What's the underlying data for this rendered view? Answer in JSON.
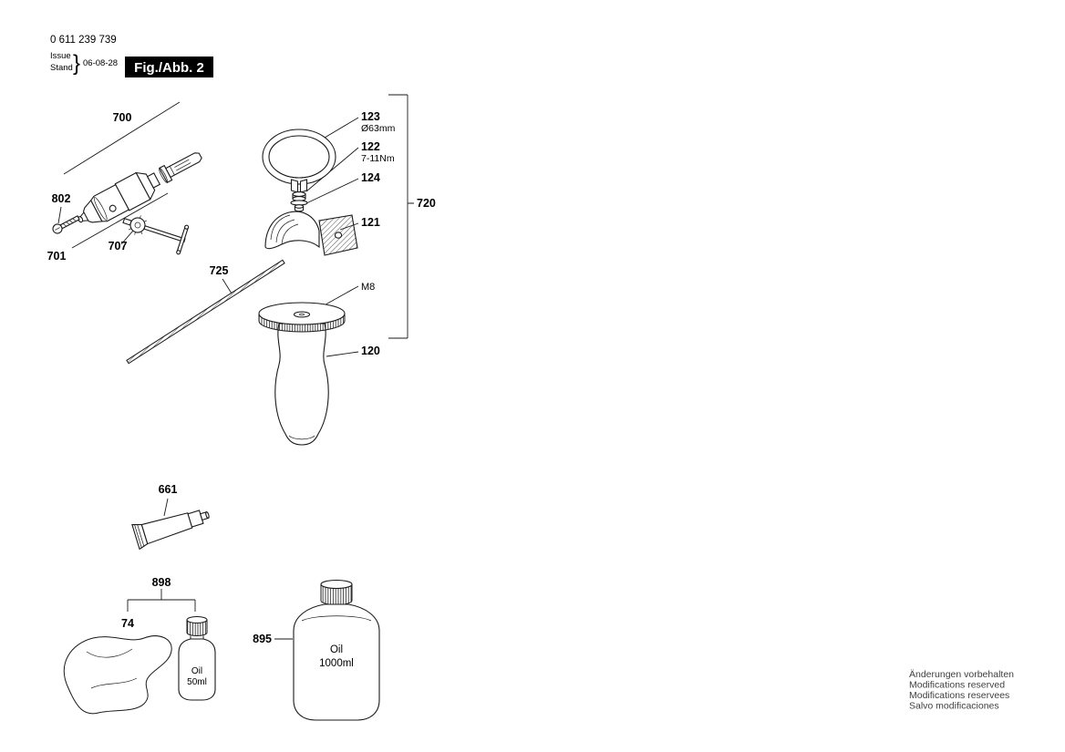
{
  "header": {
    "part_number": "0 611 239 739",
    "issue_label": "Issue",
    "stand_label": "Stand",
    "brace": "}",
    "date": "06-08-28",
    "figure_label": "Fig./Abb. 2"
  },
  "parts": {
    "chuck_group": "700",
    "screw": "802",
    "chuck_key_group": "701",
    "chuck_key": "707",
    "depth_rod": "725",
    "clamp_ring": "123",
    "clamp_ring_note": "Ø63mm",
    "nut": "122",
    "nut_note": "7-11Nm",
    "clamp_screw": "124",
    "clamp_body": "121",
    "handle_assembly": "720",
    "thread_note": "M8",
    "handle_grip": "120",
    "grease_tube": "661",
    "service_kit": "898",
    "cloth": "74",
    "oil_large": "895"
  },
  "bottle_small": {
    "line1": "Oil",
    "line2": "50ml"
  },
  "bottle_large": {
    "line1": "Oil",
    "line2": "1000ml"
  },
  "footer": {
    "line1": "Änderungen vorbehalten",
    "line2": "Modifications reserved",
    "line3": "Modifications reservees",
    "line4": "Salvo modificaciones"
  }
}
